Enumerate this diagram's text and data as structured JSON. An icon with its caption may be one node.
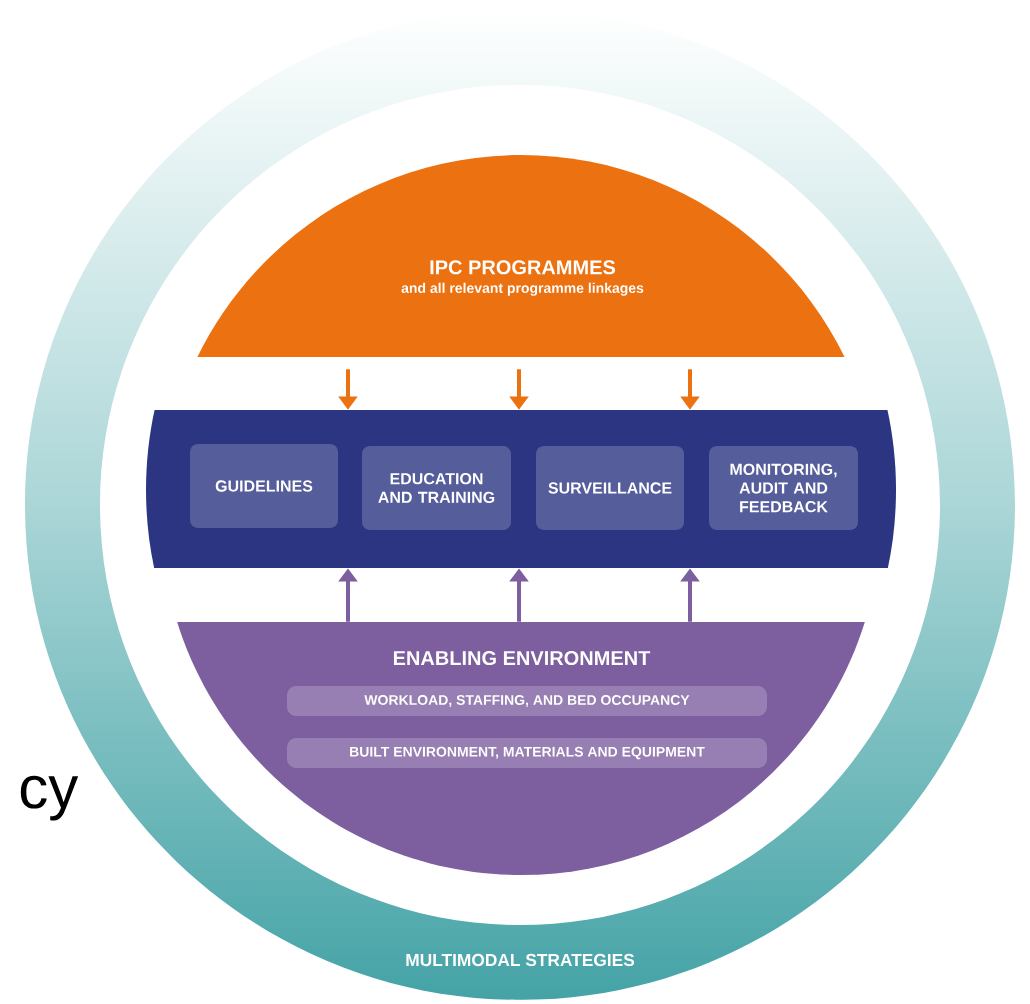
{
  "diagram": {
    "nodes": [
      {
        "text": [
          "MULTIMODAL STRATEGIES"
        ]
      },
      {
        "text": [
          "IPC PROGRAMMES",
          "and all relevant programme linkages"
        ]
      },
      {
        "text": [],
        "shape": "band"
      },
      {
        "text": [
          "GUIDELINES"
        ],
        "in": 2
      },
      {
        "text": [
          "EDUCATION AND TRAINING"
        ],
        "in": 2
      },
      {
        "text": [
          "SURVEILLANCE"
        ],
        "in": 2
      },
      {
        "text": [
          "MONITORING, AUDIT AND FEEDBACK"
        ],
        "in": 2
      },
      {
        "text": [
          "ENABLING ENVIRONMENT"
        ]
      },
      {
        "text": [
          "WORKLOAD, STAFFING, AND BED OCCUPANCY"
        ],
        "in": 7
      },
      {
        "text": [
          "BUILT ENVIRONMENT, MATERIALS AND EQUIPMENT"
        ],
        "in": 7
      }
    ],
    "edges": [
      {
        "from": 1,
        "to": 2,
        "arrow": "to",
        "color": "#ec7211"
      },
      {
        "from": 1,
        "to": 2,
        "arrow": "to",
        "color": "#ec7211"
      },
      {
        "from": 1,
        "to": 2,
        "arrow": "to",
        "color": "#ec7211"
      },
      {
        "from": 7,
        "to": 2,
        "arrow": "to",
        "color": "#7d5fa0"
      },
      {
        "from": 7,
        "to": 2,
        "arrow": "to",
        "color": "#7d5fa0"
      },
      {
        "from": 7,
        "to": 2,
        "arrow": "to",
        "color": "#7d5fa0"
      }
    ],
    "labels": [
      "cy"
    ]
  }
}
